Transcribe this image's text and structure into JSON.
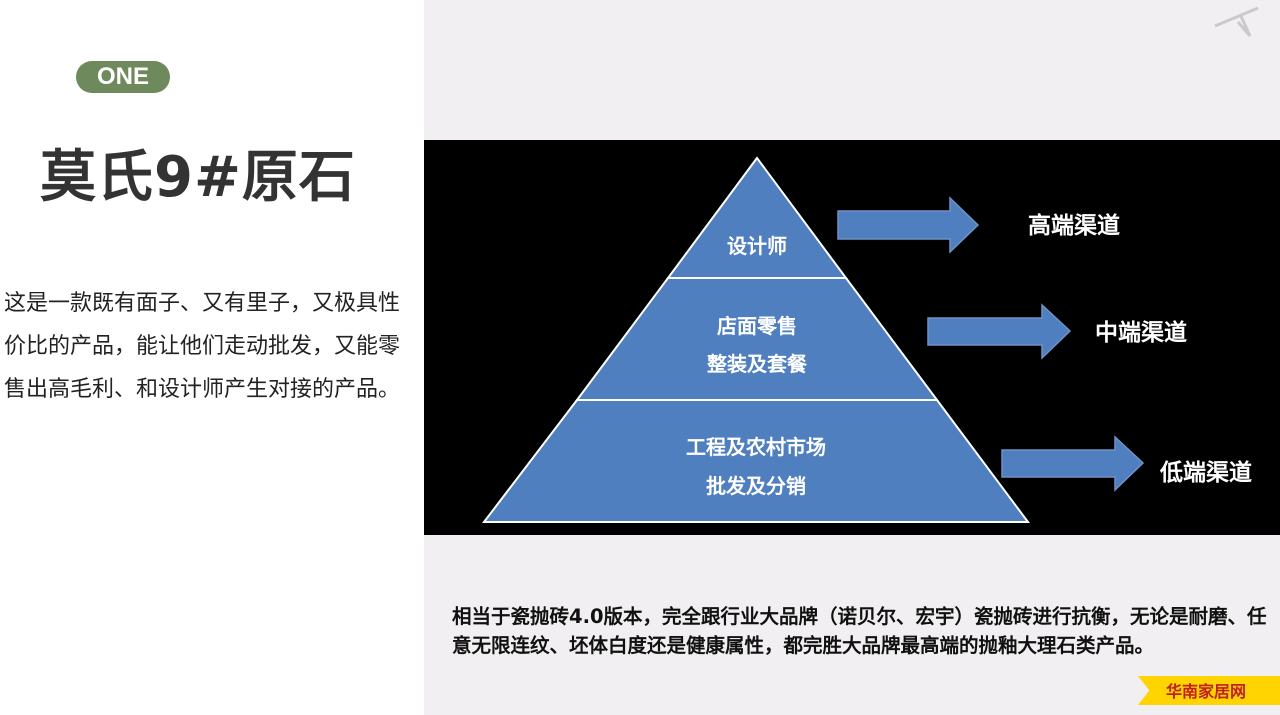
{
  "badge": "ONE",
  "title": "莫氏9#原石",
  "description": "这是一款既有面子、又有里子，又极具性价比的产品，能让他们走动批发，又能零售出高毛利、和设计师产生对接的产品。",
  "pyramid": {
    "top": "设计师",
    "middle": [
      "店面零售",
      "整装及套餐"
    ],
    "bottom": [
      "工程及农村市场",
      "批发及分销"
    ]
  },
  "channels": [
    "高端渠道",
    "中端渠道",
    "低端渠道"
  ],
  "bottom_text": "相当于瓷抛砖4.0版本，完全跟行业大品牌（诺贝尔、宏宇）瓷抛砖进行抗衡，无论是耐磨、任意无限连纹、坯体白度还是健康属性，都完胜大品牌最高端的抛釉大理石类产品。",
  "watermark": "华南家居网",
  "colors": {
    "pyramid": "#4f7fbf",
    "badge": "#6e8a5c",
    "logo": "#ffd400"
  }
}
